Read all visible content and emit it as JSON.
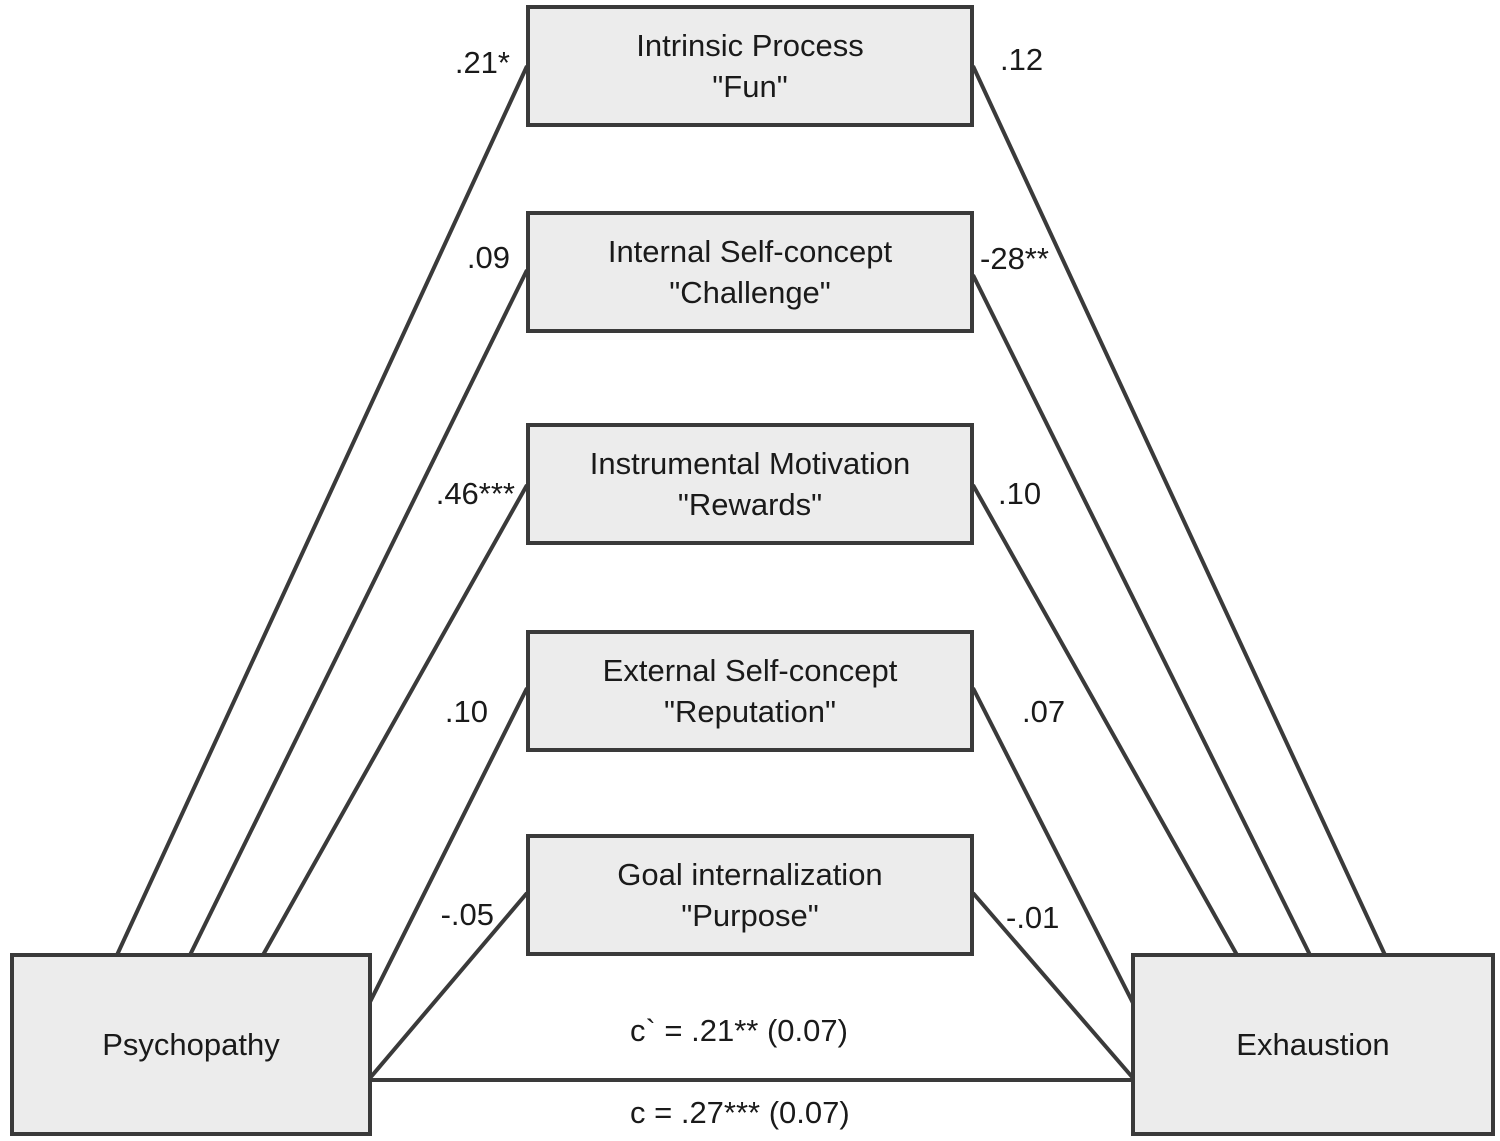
{
  "nodes": {
    "predictor": {
      "label": "Psychopathy"
    },
    "outcome": {
      "label": "Exhaustion"
    },
    "mediators": [
      {
        "line1": "Intrinsic Process",
        "line2": "\"Fun\""
      },
      {
        "line1": "Internal Self-concept",
        "line2": "\"Challenge\""
      },
      {
        "line1": "Instrumental Motivation",
        "line2": "\"Rewards\""
      },
      {
        "line1": "External Self-concept",
        "line2": "\"Reputation\""
      },
      {
        "line1": "Goal internalization",
        "line2": "\"Purpose\""
      }
    ]
  },
  "paths": {
    "a": [
      ".21*",
      ".09",
      ".46***",
      ".10",
      "-.05"
    ],
    "b": [
      ".12",
      "-28**",
      ".10",
      ".07",
      "-.01"
    ],
    "direct": "c` = .21** (0.07)",
    "total": "c = .27*** (0.07)"
  },
  "colors": {
    "box_fill": "#ececec",
    "stroke": "#3a3a3a"
  }
}
